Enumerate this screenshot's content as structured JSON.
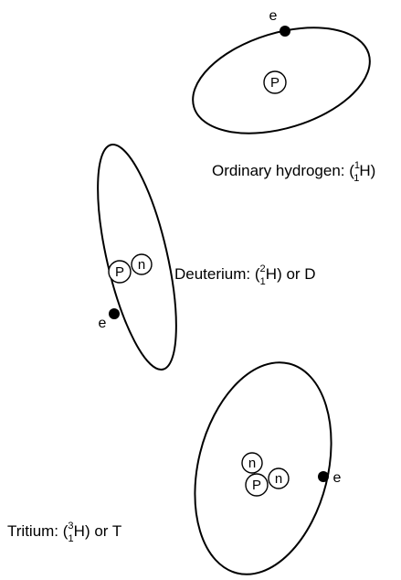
{
  "atoms": [
    {
      "id": "hydrogen",
      "name": "Ordinary hydrogen",
      "label_prefix": "Ordinary hydrogen: (",
      "mass_number": "1",
      "atomic_number": "1",
      "symbol": "H",
      "label_suffix": ")",
      "nucleus": [
        "P"
      ],
      "electron_label": "e"
    },
    {
      "id": "deuterium",
      "name": "Deuterium",
      "label_prefix": "Deuterium: (",
      "mass_number": "2",
      "atomic_number": "1",
      "symbol": "H",
      "label_suffix": ") or D",
      "nucleus": [
        "P",
        "n"
      ],
      "electron_label": "e"
    },
    {
      "id": "tritium",
      "name": "Tritium",
      "label_prefix": "Tritium: (",
      "mass_number": "3",
      "atomic_number": "1",
      "symbol": "H",
      "label_suffix": ") or T",
      "nucleus": [
        "n",
        "P",
        "n"
      ],
      "electron_label": "e"
    }
  ]
}
